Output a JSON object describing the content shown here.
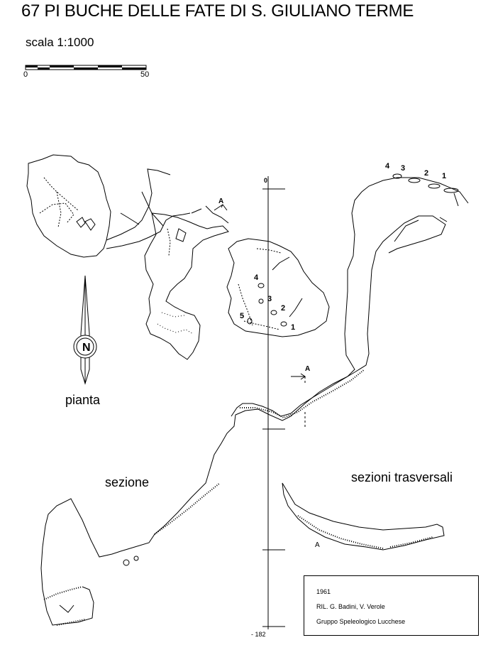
{
  "title": "67 PI BUCHE DELLE FATE DI S. GIULIANO TERME",
  "scale": {
    "label": "scala 1:1000",
    "start": "0",
    "end": "50"
  },
  "labels": {
    "pianta": "pianta",
    "sezione": "sezione",
    "sezioni_trasversali": "sezioni trasversali"
  },
  "north_letter": "N",
  "section_marks": {
    "a_upper": "A",
    "a_lower": "A",
    "a_cross": "A"
  },
  "depth_axis": {
    "top": "0",
    "bottom": "- 182"
  },
  "plan_entrances": [
    "1",
    "2",
    "3",
    "4",
    "5"
  ],
  "cross_section_ids": [
    "4",
    "3",
    "2",
    "1"
  ],
  "credits": {
    "year": "1961",
    "survey": "RIL.  G. Badini, V. Verole",
    "group": "Gruppo Speleologico Lucchese"
  }
}
